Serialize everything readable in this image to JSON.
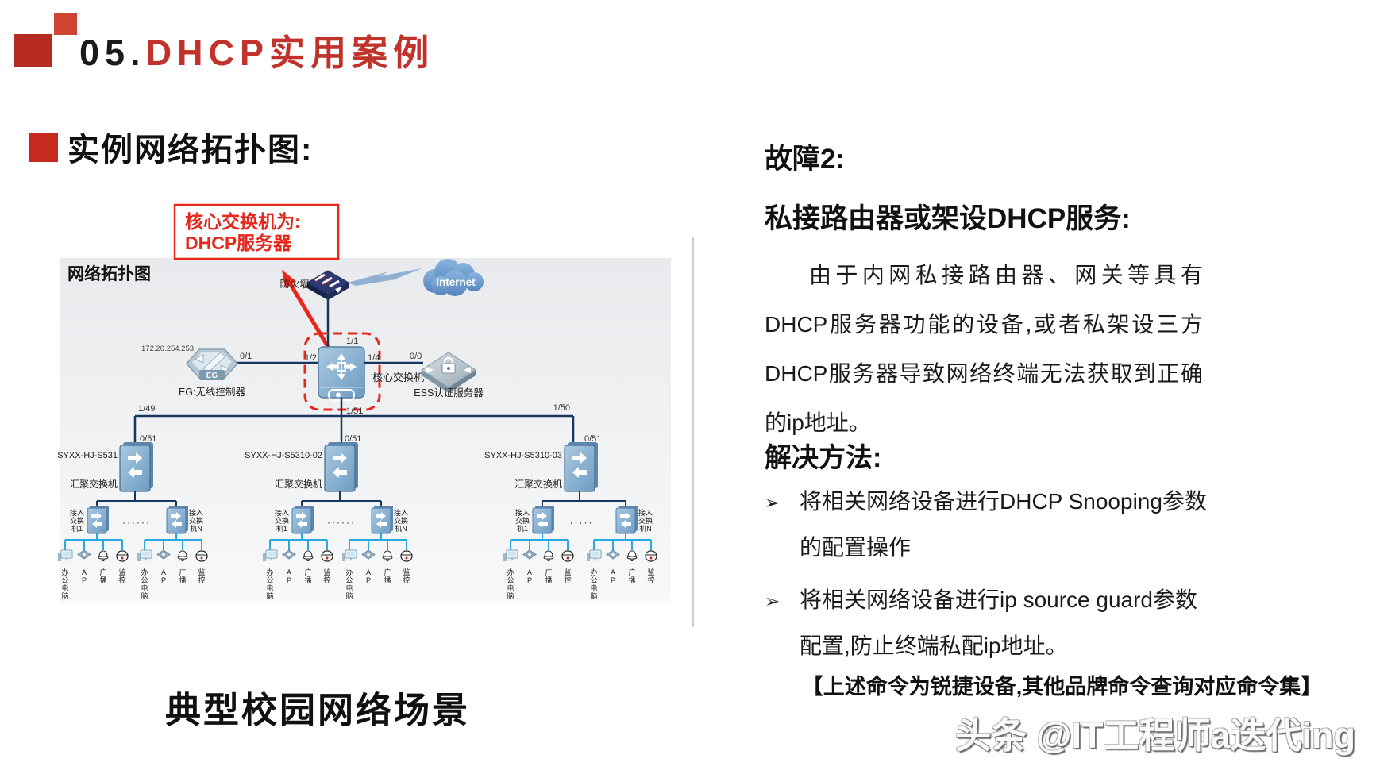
{
  "header": {
    "title_prefix": "05.",
    "title": "DHCP实用案例"
  },
  "left": {
    "heading": "实例网络拓扑图:",
    "caption": "典型校园网络场景",
    "diagram": {
      "title": "网络拓扑图",
      "callout": {
        "line1": "核心交换机为:",
        "line2": "DHCP服务器"
      },
      "internet": "Internet",
      "firewall_label": "防火墙",
      "eg": {
        "ip": "172.20.254.253",
        "port": "0/1",
        "name": "EG",
        "label": "EG:无线控制器"
      },
      "core": {
        "port_top": "1/1",
        "port_left": "1/2",
        "port_right": "1/4",
        "port_down": "1/51",
        "label": "核心交换机"
      },
      "ess": {
        "port": "0/0",
        "label": "ESS认证服务器"
      },
      "bus": {
        "port_left": "1/49",
        "port_right": "1/50"
      },
      "agg_port": "0/51",
      "agg_label": "汇聚交换机",
      "columns": [
        {
          "name": "SYXX-HJ-S531"
        },
        {
          "name": "SYXX-HJ-S5310-02"
        },
        {
          "name": "SYXX-HJ-S5310-03"
        }
      ],
      "access_first": [
        "接入",
        "交换",
        "机1"
      ],
      "access_last": [
        "接入",
        "交换",
        "机N"
      ],
      "dots": "······",
      "devices": [
        {
          "type": "office-pc",
          "label": [
            "办",
            "公",
            "电",
            "脑"
          ]
        },
        {
          "type": "ap",
          "label": [
            "A",
            "P"
          ]
        },
        {
          "type": "speaker",
          "label": [
            "广",
            "播"
          ]
        },
        {
          "type": "camera",
          "label": [
            "监",
            "控"
          ]
        }
      ]
    }
  },
  "right": {
    "fault_title": "故障2:",
    "fault_subtitle": "私接路由器或架设DHCP服务:",
    "paragraph": "由于内网私接路由器、网关等具有DHCP服务器功能的设备,或者私架设三方DHCP服务器导致网络终端无法获取到正确的ip地址。",
    "solution_title": "解决方法:",
    "bullet_marker": "➢",
    "bullets": [
      "将相关网络设备进行DHCP Snooping参数的配置操作",
      "将相关网络设备进行ip source guard参数配置,防止终端私配ip地址。"
    ],
    "footer_note": "【上述命令为锐捷设备,其他品牌命令查询对应命令集】",
    "watermark": "头条 @IT工程师a迭代ing"
  },
  "colors": {
    "accent_red": "#b62b1f",
    "title_red": "#c0322a",
    "callout_red": "#e8261c",
    "link_navy": "#17375e",
    "link_cyan": "#2aa9e0",
    "device_blue": "#7ba3c8"
  }
}
